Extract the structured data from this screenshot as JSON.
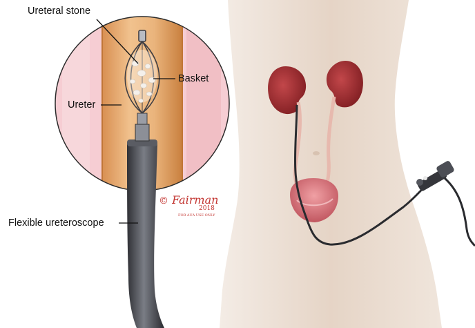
{
  "labels": {
    "stone": "Ureteral stone",
    "basket": "Basket",
    "ureter": "Ureter",
    "scope": "Flexible ureteroscope"
  },
  "signature": {
    "copyright": "©",
    "artist": "Fairman",
    "year": "2018",
    "note": "FOR AUA USE ONLY"
  },
  "colors": {
    "skin": "#e6d6c8",
    "inset_bg": "#f4c6cd",
    "ureter_tube": "#e9b07a",
    "kidney": "#a62b2e",
    "bladder": "#d8727a",
    "scope": "#4a4c52",
    "signature": "#c2322e"
  }
}
